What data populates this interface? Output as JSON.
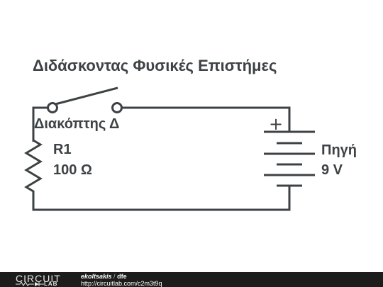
{
  "diagram": {
    "title": "Διδάσκοντας Φυσικές Επιστήμες",
    "switch_label": "Διακόπτης Δ",
    "resistor_name": "R1",
    "resistor_value": "100 Ω",
    "battery_plus": "+",
    "battery_name": "Πηγή",
    "battery_value": "9 V",
    "wire_color": "#3d4244"
  },
  "footer": {
    "logo_top": "CIRCUIT",
    "logo_bottom": "LAB",
    "user": "ekoltsakis",
    "separator": "/",
    "circuit_name": "dfe",
    "url": "http://circuitlab.com/c2m3t9q"
  }
}
